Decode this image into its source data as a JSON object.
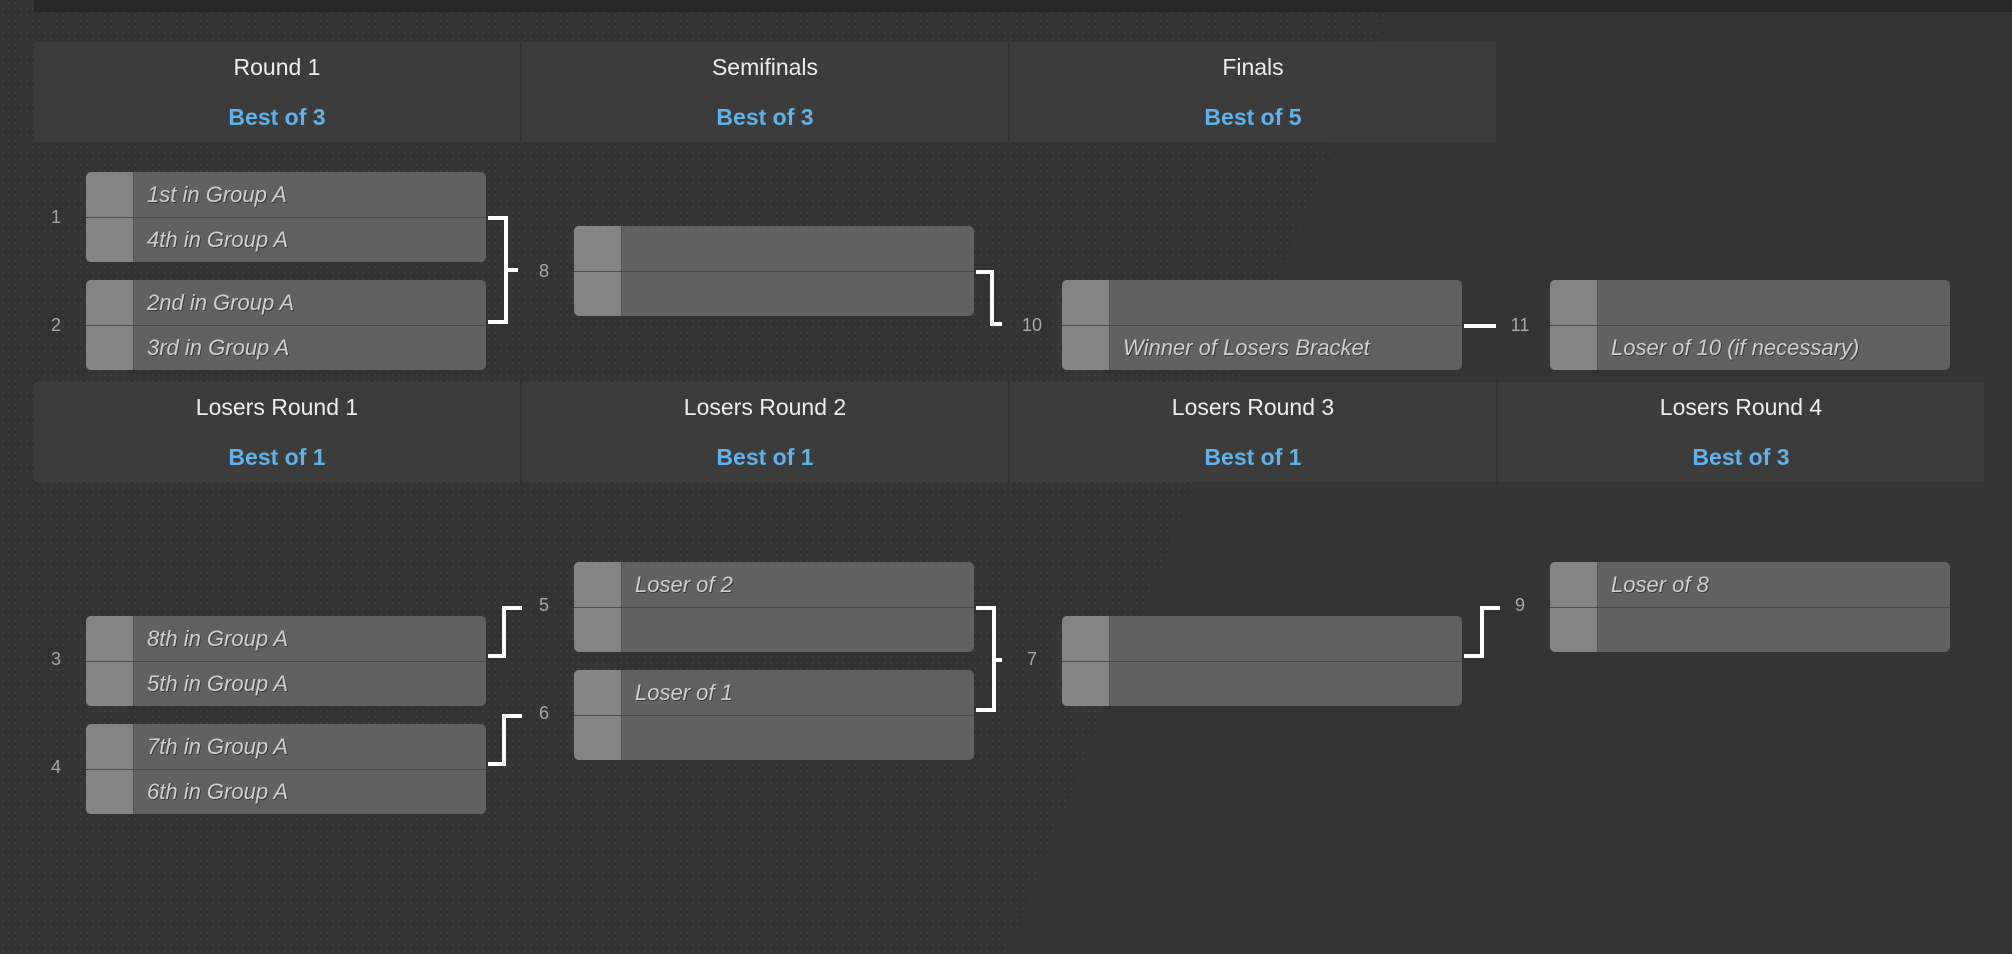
{
  "winners_headers": [
    {
      "title": "Round 1",
      "format": "Best of 3"
    },
    {
      "title": "Semifinals",
      "format": "Best of 3"
    },
    {
      "title": "Finals",
      "format": "Best of 5"
    }
  ],
  "losers_headers": [
    {
      "title": "Losers Round 1",
      "format": "Best of 1"
    },
    {
      "title": "Losers Round 2",
      "format": "Best of 1"
    },
    {
      "title": "Losers Round 3",
      "format": "Best of 1"
    },
    {
      "title": "Losers Round 4",
      "format": "Best of 3"
    }
  ],
  "matches": {
    "m1": {
      "number": "1",
      "top": "1st in Group A",
      "bottom": "4th in Group A"
    },
    "m2": {
      "number": "2",
      "top": "2nd in Group A",
      "bottom": "3rd in Group A"
    },
    "m8": {
      "number": "8",
      "top": "",
      "bottom": ""
    },
    "m10": {
      "number": "10",
      "top": "",
      "bottom": "Winner of Losers Bracket"
    },
    "m11": {
      "number": "11",
      "top": "",
      "bottom": "Loser of 10 (if necessary)"
    },
    "m3": {
      "number": "3",
      "top": "8th in Group A",
      "bottom": "5th in Group A"
    },
    "m4": {
      "number": "4",
      "top": "7th in Group A",
      "bottom": "6th in Group A"
    },
    "m5": {
      "number": "5",
      "top": "Loser of 2",
      "bottom": ""
    },
    "m6": {
      "number": "6",
      "top": "Loser of 1",
      "bottom": ""
    },
    "m7": {
      "number": "7",
      "top": "",
      "bottom": ""
    },
    "m9": {
      "number": "9",
      "top": "Loser of 8",
      "bottom": ""
    }
  }
}
